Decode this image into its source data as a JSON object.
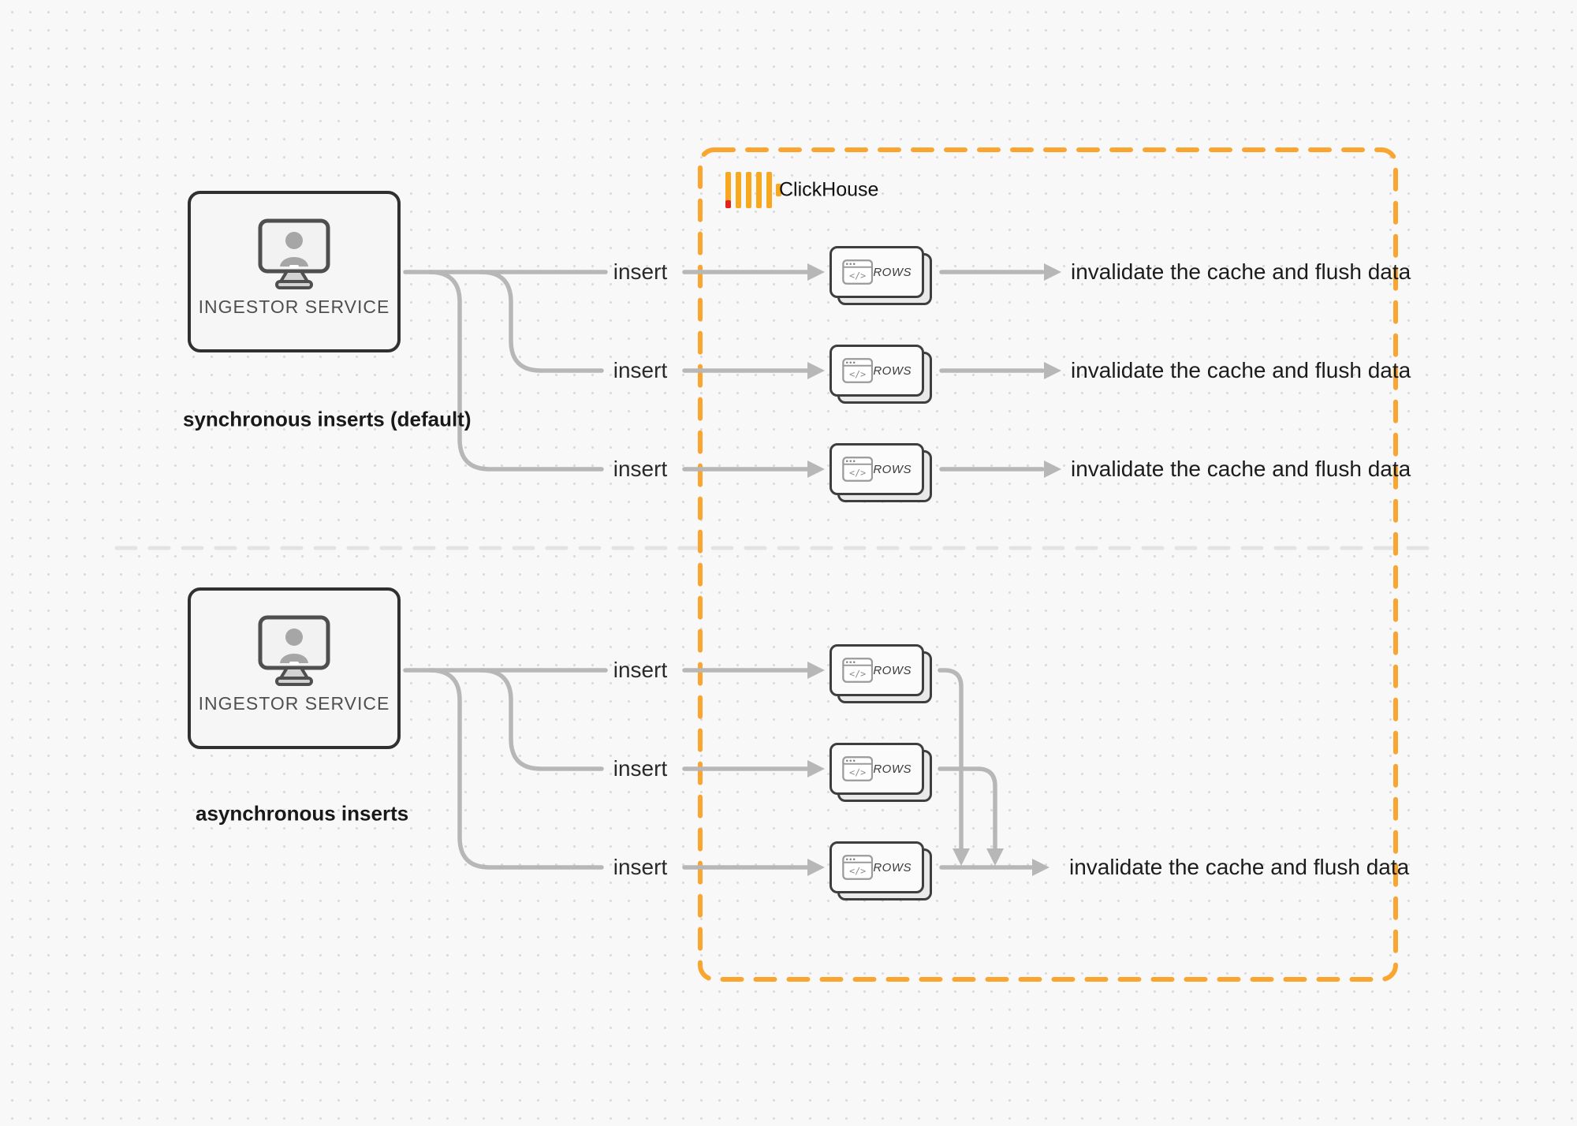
{
  "clickhouse": {
    "label": "ClickHouse"
  },
  "ingestor": {
    "label": "INGESTOR SERVICE"
  },
  "card": {
    "label": "ROWS",
    "code_glyph": "</>"
  },
  "sync": {
    "section_label": "synchronous inserts (default)",
    "inserts": [
      "insert",
      "insert",
      "insert"
    ],
    "invalidates": [
      "invalidate the cache and flush data",
      "invalidate the cache and flush data",
      "invalidate the cache and flush data"
    ]
  },
  "async": {
    "section_label": "asynchronous inserts",
    "inserts": [
      "insert",
      "insert",
      "insert"
    ],
    "invalidate": "invalidate the cache and flush data"
  },
  "icons": {
    "ingestor": "monitor-user-icon",
    "card": "code-window-icon",
    "logo": "clickhouse-bars-icon"
  },
  "colors": {
    "canvas_bg": "#f8f8f9",
    "dot_grid": "#d9d9dc",
    "connector_gray": "#b7b7b7",
    "node_border": "#303030",
    "node_bg": "#f6f6f6",
    "card_border": "#3e3e3e",
    "card_bg": "#fbfbfb",
    "card_back_bg": "#e9e9e9",
    "boundary_orange": "#F9A530",
    "logo_yellow": "#F8A81E",
    "logo_red": "#E1251B",
    "divider_gray": "#e3e3e5",
    "text_primary": "#1c1c1c",
    "text_secondary": "#4f4f4f"
  }
}
